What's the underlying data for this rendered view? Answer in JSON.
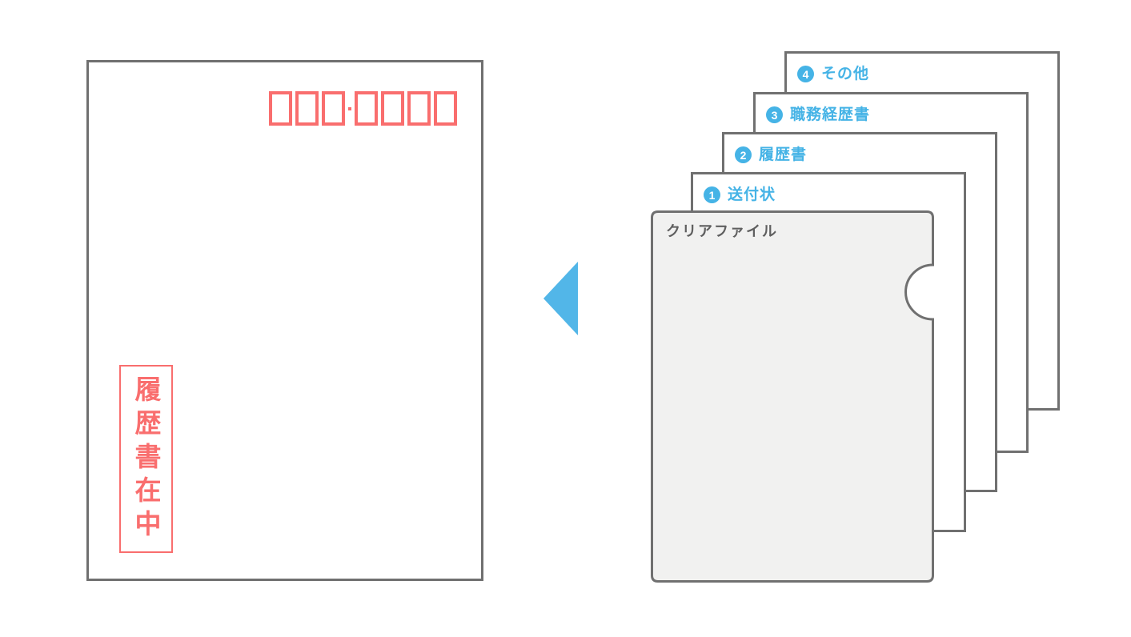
{
  "envelope": {
    "stamp_text": "履歴書在中",
    "postal_code": {
      "left_boxes": 3,
      "right_boxes": 4
    }
  },
  "stack": {
    "clear_file_label": "クリアファイル",
    "documents": [
      {
        "number": "1",
        "label": "送付状"
      },
      {
        "number": "2",
        "label": "履歴書"
      },
      {
        "number": "3",
        "label": "職務経歴書"
      },
      {
        "number": "4",
        "label": "その他"
      }
    ]
  },
  "colors": {
    "stamp_red": "#F96E6E",
    "label_blue": "#45B3E6",
    "arrow_blue": "#52B6E8",
    "border_gray": "#707070",
    "file_fill": "#F1F1F0",
    "file_text": "#5F5F5F"
  }
}
